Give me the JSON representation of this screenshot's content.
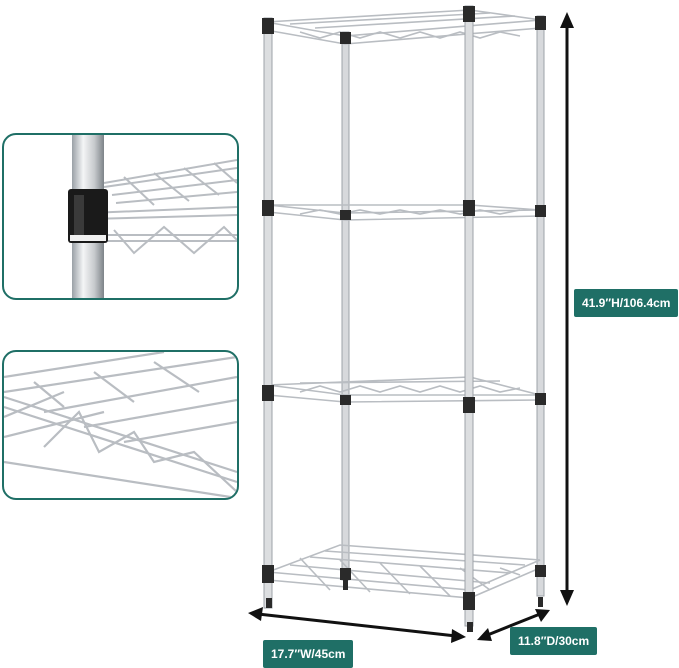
{
  "dimensions": {
    "height": "41.9″H/106.4cm",
    "width": "17.7″W/45cm",
    "depth": "11.8″D/30cm"
  },
  "colors": {
    "accent": "#1f6f66",
    "wire": "#b9bdc2",
    "pole": "#d7d9dc",
    "dark": "#1a1a1a"
  },
  "product": {
    "shelf_count": 4
  }
}
